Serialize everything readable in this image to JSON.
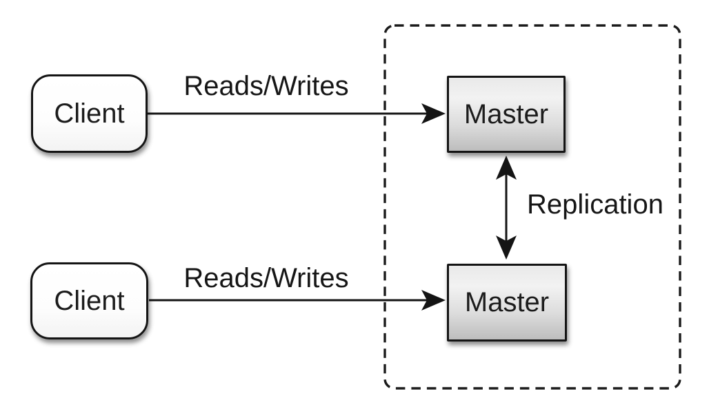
{
  "diagram": {
    "kind": "architecture-diagram",
    "colors": {
      "background": "#ffffff",
      "stroke": "#141414",
      "client_fill": "#ffffff",
      "master_fill_light": "#f2f2f2",
      "master_fill_dark": "#bdbdbd"
    },
    "nodes": [
      {
        "id": "client-top",
        "label": "Client",
        "shape": "rounded-rect"
      },
      {
        "id": "client-bottom",
        "label": "Client",
        "shape": "rounded-rect"
      },
      {
        "id": "master-top",
        "label": "Master",
        "shape": "rect"
      },
      {
        "id": "master-bottom",
        "label": "Master",
        "shape": "rect"
      }
    ],
    "edges": [
      {
        "id": "reads-writes-top",
        "label": "Reads/Writes",
        "from": "client-top",
        "to": "master-top",
        "arrows": "one-way"
      },
      {
        "id": "reads-writes-bottom",
        "label": "Reads/Writes",
        "from": "client-bottom",
        "to": "master-bottom",
        "arrows": "one-way"
      },
      {
        "id": "replication",
        "label": "Replication",
        "from": "master-top",
        "to": "master-bottom",
        "arrows": "two-way"
      }
    ],
    "boundary": {
      "style": "dashed",
      "contains": [
        "master-top",
        "master-bottom"
      ]
    }
  }
}
